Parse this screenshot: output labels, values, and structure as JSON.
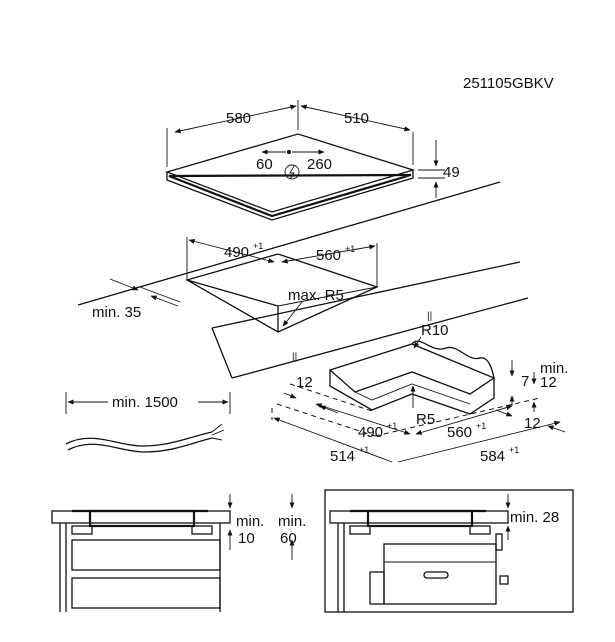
{
  "diagram": {
    "code": "251105GBKV",
    "hob": {
      "width": "580",
      "depth": "510",
      "height": "49",
      "cable_left": "60",
      "cable_right": "260"
    },
    "cutout": {
      "width": "490",
      "width_tol": "+1",
      "depth": "560",
      "depth_tol": "+1",
      "min_edge": "min. 35",
      "radius": "max. R5"
    },
    "frame": {
      "radius_outer": "R10",
      "radius_inner": "R5",
      "left_margin": "12",
      "min_label": "min.",
      "min_value": "7",
      "right_margin": "12",
      "bottom_margin": "12",
      "inner_width": "490",
      "inner_width_tol": "+1",
      "inner_depth": "560",
      "inner_depth_tol": "+1",
      "outer_width": "514",
      "outer_width_tol": "+1",
      "outer_depth": "584",
      "outer_depth_tol": "+1"
    },
    "cable": {
      "min_length": "min. 1500"
    },
    "section_left": {
      "min_label_a": "min.",
      "value_a": "10",
      "min_label_b": "min.",
      "value_b": "60"
    },
    "section_right": {
      "min_clearance": "min. 28"
    }
  }
}
